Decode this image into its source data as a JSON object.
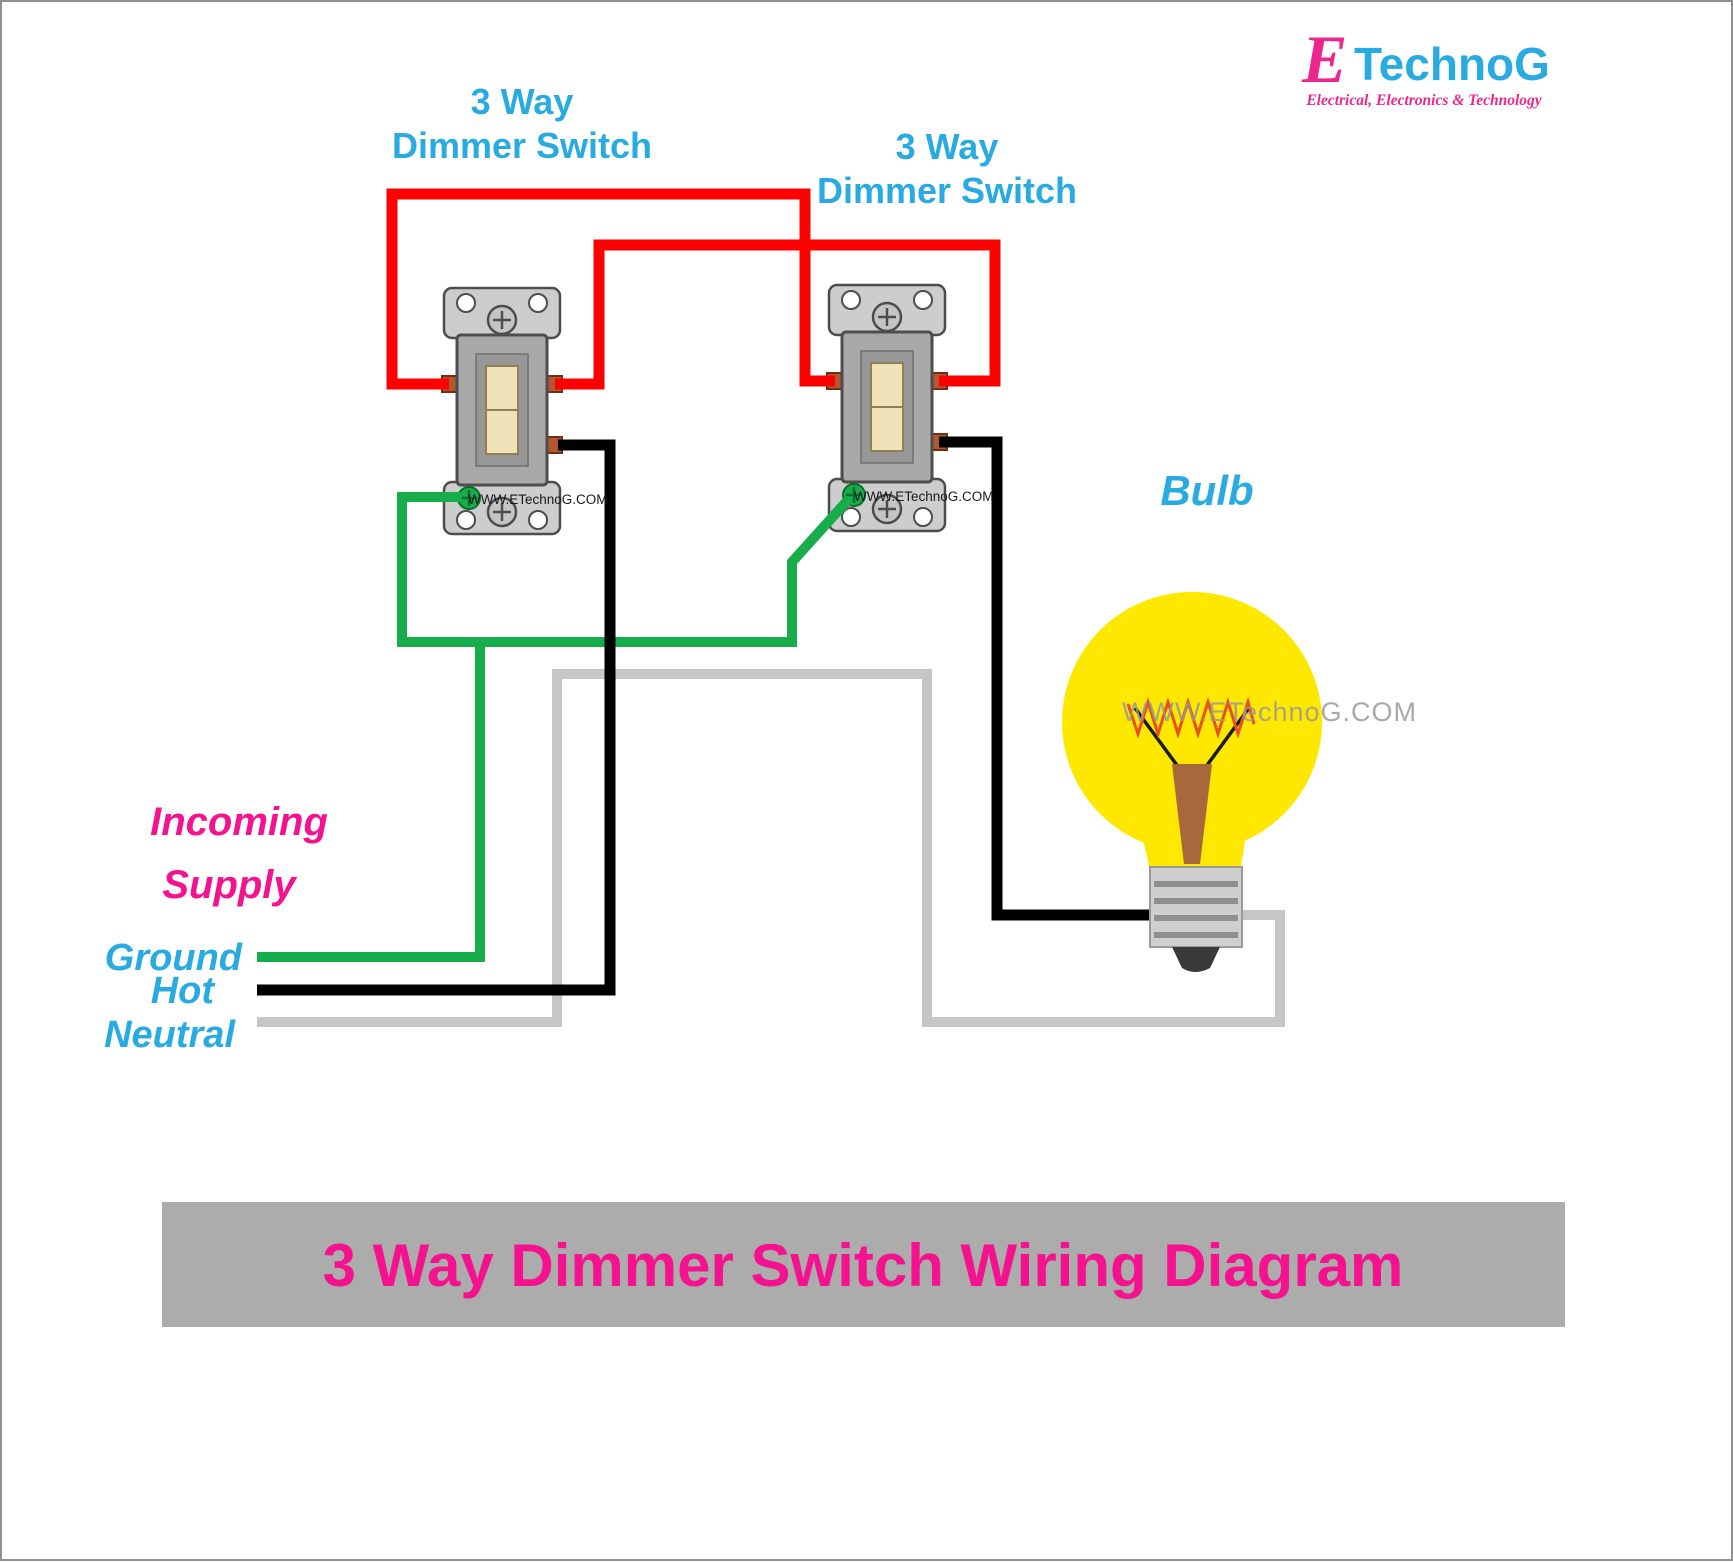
{
  "logo": {
    "initial": "E",
    "name": "TechnoG",
    "tagline": "Electrical, Electronics & Technology"
  },
  "switch1": {
    "label_line1": "3 Way",
    "label_line2": "Dimmer Switch"
  },
  "switch2": {
    "label_line1": "3 Way",
    "label_line2": "Dimmer Switch"
  },
  "bulb": {
    "label": "Bulb"
  },
  "supply": {
    "incoming_line1": "Incoming",
    "incoming_line2": "Supply",
    "ground": "Ground",
    "hot": "Hot",
    "neutral": "Neutral"
  },
  "watermark": {
    "text": "WWW.ETechnoG.COM"
  },
  "title": {
    "text": "3 Way Dimmer Switch Wiring Diagram"
  },
  "colors": {
    "wire_red": "#FF0000",
    "wire_black": "#000000",
    "wire_green": "#17AD4B",
    "wire_neutral_gray": "#C6C6C6",
    "label_blue": "#29ABE2",
    "label_pink": "#F5128E",
    "banner_bg": "#ACACAC",
    "banner_text": "#F5128E",
    "bulb_yellow": "#FFE800",
    "logo_pink": "#EC268F",
    "logo_blue": "#29ABE2"
  }
}
